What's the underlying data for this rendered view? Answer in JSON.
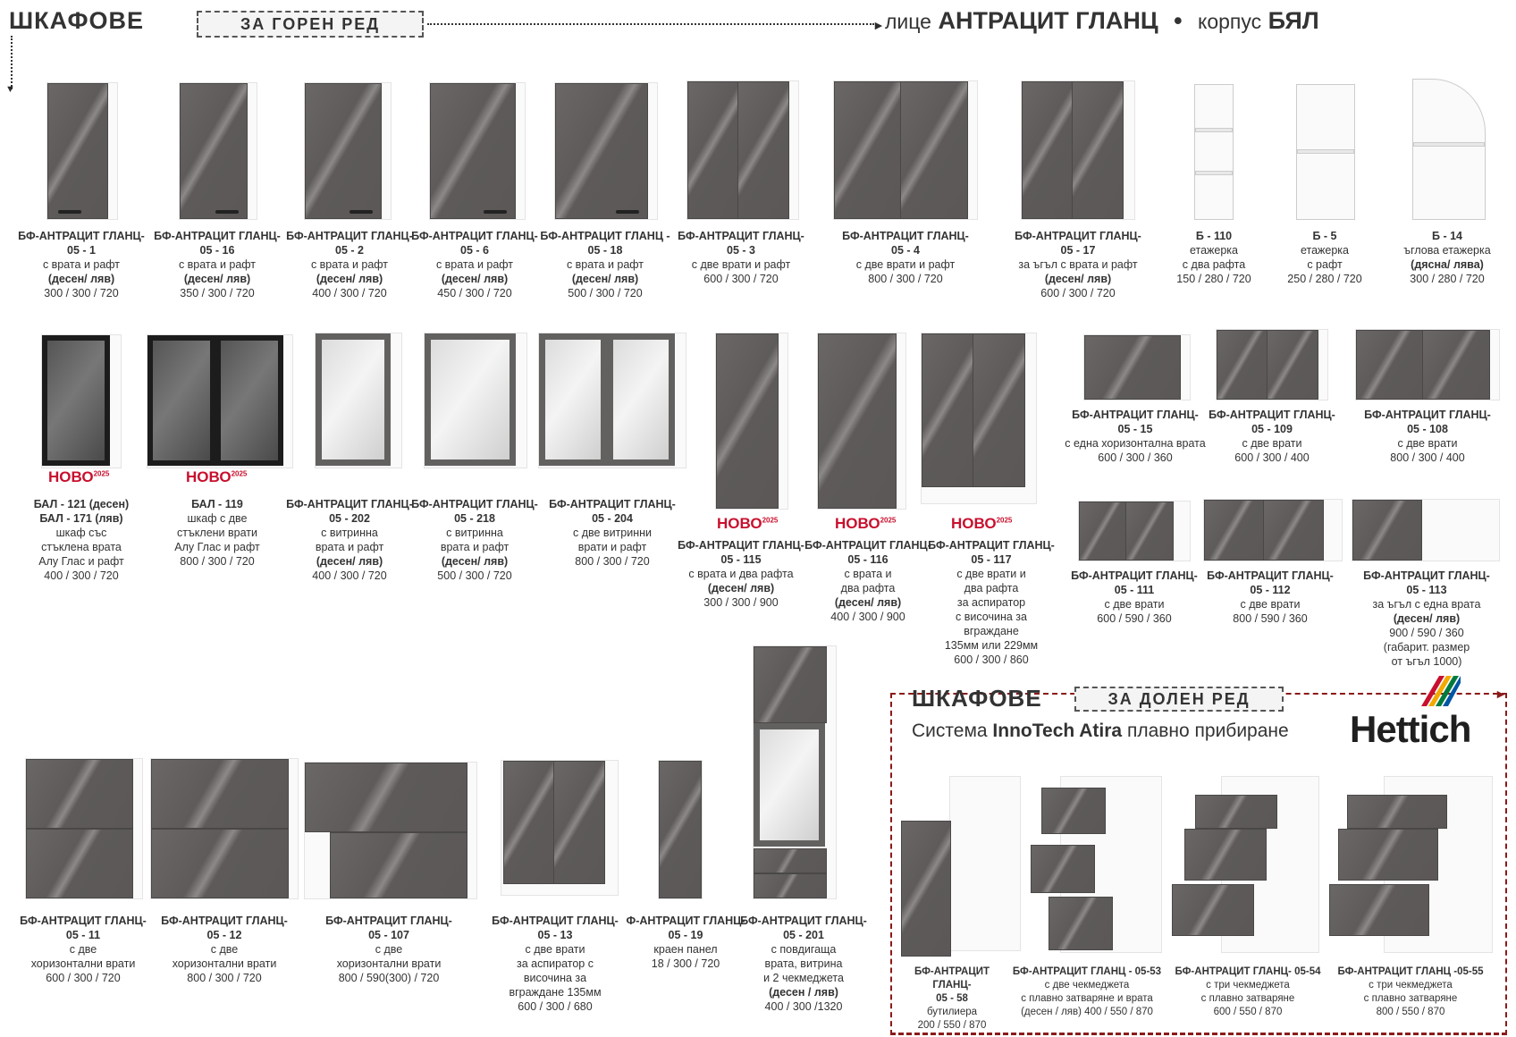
{
  "header": {
    "title": "ШКАФОВЕ",
    "tag": "ЗА ГОРЕН РЕД",
    "face_label": "лице",
    "face_value": "АНТРАЦИТ ГЛАНЦ",
    "bullet": "•",
    "body_label": "корпус",
    "body_value": "БЯЛ"
  },
  "lower_header": {
    "title": "ШКАФОВЕ",
    "tag": "ЗА ДОЛЕН РЕД",
    "system_pre": "Система ",
    "system_name": "InnoTech Atira",
    "system_post": " плавно прибиране",
    "brand": "Hettich"
  },
  "novo": {
    "word": "НОВО",
    "year": "2025"
  },
  "row1": [
    {
      "t": "БФ-АНТРАЦИТ ГЛАНЦ-",
      "c": "05 - 1",
      "d": "с врата и рафт",
      "s": "(десен/ ляв)",
      "m": "300 / 300 / 720"
    },
    {
      "t": "БФ-АНТРАЦИТ ГЛАНЦ-",
      "c": "05 - 16",
      "d": "с врата и рафт",
      "s": "(десен/ ляв)",
      "m": "350 / 300 / 720"
    },
    {
      "t": "БФ-АНТРАЦИТ ГЛАНЦ-",
      "c": "05 - 2",
      "d": "с врата и рафт",
      "s": "(десен/ ляв)",
      "m": "400 / 300 / 720"
    },
    {
      "t": "БФ-АНТРАЦИТ ГЛАНЦ-",
      "c": "05 - 6",
      "d": "с врата и рафт",
      "s": "(десен/ ляв)",
      "m": "450 / 300 / 720"
    },
    {
      "t": "БФ-АНТРАЦИТ ГЛАНЦ -",
      "c": "05 - 18",
      "d": "с врата и рафт",
      "s": "(десен/ ляв)",
      "m": "500 / 300 / 720"
    },
    {
      "t": "БФ-АНТРАЦИТ ГЛАНЦ-",
      "c": "05 - 3",
      "d": "с две врати и рафт",
      "s": "",
      "m": "600 / 300 / 720"
    },
    {
      "t": "БФ-АНТРАЦИТ ГЛАНЦ-",
      "c": "05 - 4",
      "d": "с две врати и рафт",
      "s": "",
      "m": "800 / 300 / 720"
    },
    {
      "t": "БФ-АНТРАЦИТ ГЛАНЦ-",
      "c": "05 - 17",
      "d": "за ъгъл с врата и рафт",
      "s": "(десен/ ляв)",
      "m": "600 / 300 / 720"
    },
    {
      "t": "Б - 110",
      "c": "",
      "d": "етажерка",
      "s": "",
      "m": "с два рафта",
      "m2": "150 / 280 / 720"
    },
    {
      "t": "Б - 5",
      "c": "",
      "d": "етажерка",
      "s": "",
      "m": "с рафт",
      "m2": "250 / 280 / 720"
    },
    {
      "t": "Б - 14",
      "c": "",
      "d": "ъглова етажерка",
      "s": "(дясна/ лява)",
      "m": "300 / 280 / 720"
    }
  ],
  "row2": [
    {
      "t": "БАЛ - 121 (десен)",
      "c": "БАЛ - 171 (ляв)",
      "d": "шкаф със",
      "s": "стъклена врата",
      "m": "Алу Глас и рафт",
      "m2": "400 / 300 / 720"
    },
    {
      "t": "БАЛ - 119",
      "c": "",
      "d": "шкаф с две",
      "s": "стъклени врати",
      "m": "Алу Глас и рафт",
      "m2": "800 / 300 / 720"
    },
    {
      "t": "БФ-АНТРАЦИТ ГЛАНЦ-",
      "c": "05 - 202",
      "d": "с витринна",
      "s": "врата и рафт",
      "m": "(десен/ ляв)",
      "m2": "400 / 300 / 720"
    },
    {
      "t": "БФ-АНТРАЦИТ ГЛАНЦ-",
      "c": "05 - 218",
      "d": "с витринна",
      "s": "врата и рафт",
      "m": "(десен/ ляв)",
      "m2": "500 / 300 / 720"
    },
    {
      "t": "БФ-АНТРАЦИТ ГЛАНЦ-",
      "c": "05 - 204",
      "d": "с две витринни",
      "s": "врати и рафт",
      "m": "800 / 300 / 720",
      "m2": ""
    },
    {
      "t": "БФ-АНТРАЦИТ ГЛАНЦ-",
      "c": "05 - 115",
      "d": "с врата и два рафта",
      "s": "(десен/ ляв)",
      "m": "300 / 300 / 900",
      "m2": ""
    },
    {
      "t": "БФ-АНТРАЦИТ ГЛАНЦ-",
      "c": "05 - 116",
      "d": "с врата и",
      "s": "два рафта",
      "m": "(десен/ ляв)",
      "m2": "400 / 300 / 900"
    },
    {
      "t": "БФ-АНТРАЦИТ ГЛАНЦ-",
      "c": "05 - 117",
      "d": "с две врати и",
      "s": "два рафта",
      "m": "за аспиратор",
      "m2": "с височина за",
      "m3": "вграждане",
      "m4": "135мм или 229мм",
      "m5": "600 / 300 / 860"
    },
    {
      "t": "БФ-АНТРАЦИТ ГЛАНЦ-",
      "c": "05 - 15",
      "d": "с една хоризонтална врата",
      "s": "",
      "m": "600 / 300 / 360"
    },
    {
      "t": "БФ-АНТРАЦИТ ГЛАНЦ-",
      "c": "05 - 109",
      "d": "с две врати",
      "s": "",
      "m": "600 / 300 / 400"
    },
    {
      "t": "БФ-АНТРАЦИТ ГЛАНЦ-",
      "c": "05 - 108",
      "d": "с две врати",
      "s": "",
      "m": "800 / 300 / 400"
    },
    {
      "t": "БФ-АНТРАЦИТ ГЛАНЦ-",
      "c": "05 - 111",
      "d": "с две врати",
      "s": "",
      "m": "600 / 590 / 360"
    },
    {
      "t": "БФ-АНТРАЦИТ ГЛАНЦ-",
      "c": "05 - 112",
      "d": "с две врати",
      "s": "",
      "m": "800 / 590 / 360"
    },
    {
      "t": "БФ-АНТРАЦИТ ГЛАНЦ-",
      "c": "05 - 113",
      "d": "за ъгъл с една врата",
      "s": "(десен/ ляв)",
      "m": "900 / 590 / 360",
      "m2": "(габарит. размер",
      "m3": "от ъгъл 1000)"
    }
  ],
  "row3": [
    {
      "t": "БФ-АНТРАЦИТ ГЛАНЦ-",
      "c": "05 - 11",
      "d": "с две",
      "s": "хоризонтални врати",
      "m": "600 / 300 / 720"
    },
    {
      "t": "БФ-АНТРАЦИТ ГЛАНЦ-",
      "c": "05 - 12",
      "d": "с две",
      "s": "хоризонтални врати",
      "m": "800 / 300 / 720"
    },
    {
      "t": "БФ-АНТРАЦИТ ГЛАНЦ-",
      "c": "05 - 107",
      "d": "с две",
      "s": "хоризонтални врати",
      "m": "800 / 590(300) / 720"
    },
    {
      "t": "БФ-АНТРАЦИТ ГЛАНЦ-",
      "c": "05 - 13",
      "d": "с две врати",
      "s": "за аспиратор с",
      "m": "височина за",
      "m2": "вграждане 135мм",
      "m3": "600 / 300 / 680"
    },
    {
      "t": "Ф-АНТРАЦИТ ГЛАНЦ-",
      "c": "05 - 19",
      "d": "краен панел",
      "s": "",
      "m": "18 / 300 / 720"
    },
    {
      "t": "БФ-АНТРАЦИТ ГЛАНЦ-",
      "c": "05 - 201",
      "d": "с повдигаща",
      "s": "врата, витрина",
      "m": "и 2 чекмеджета",
      "m2": "(десен / ляв)",
      "m3": "400 / 300 /1320"
    }
  ],
  "lower": [
    {
      "t": "БФ-АНТРАЦИТ ГЛАНЦ-",
      "c": "05 - 58",
      "d": "бутилиера",
      "m": "200 / 550 / 870"
    },
    {
      "t": "БФ-АНТРАЦИТ ГЛАНЦ - 05-53",
      "c": "",
      "d": "с две чекмеджета",
      "s": "с плавно затваряне и врата",
      "m": "(десен / ляв) 400 / 550 / 870"
    },
    {
      "t": "БФ-АНТРАЦИТ ГЛАНЦ- 05-54",
      "c": "",
      "d": "с три чекмеджета",
      "s": "с плавно затваряне",
      "m": "600 / 550 / 870"
    },
    {
      "t": "БФ-АНТРАЦИТ ГЛАНЦ -05-55",
      "c": "",
      "d": "с три чекмеджета",
      "s": "с плавно затваряне",
      "m": "800 / 550 / 870"
    }
  ],
  "colors": {
    "anthracite": "#5f5c5b",
    "frame_red": "#8b1a1a",
    "novo_red": "#c8102e"
  }
}
